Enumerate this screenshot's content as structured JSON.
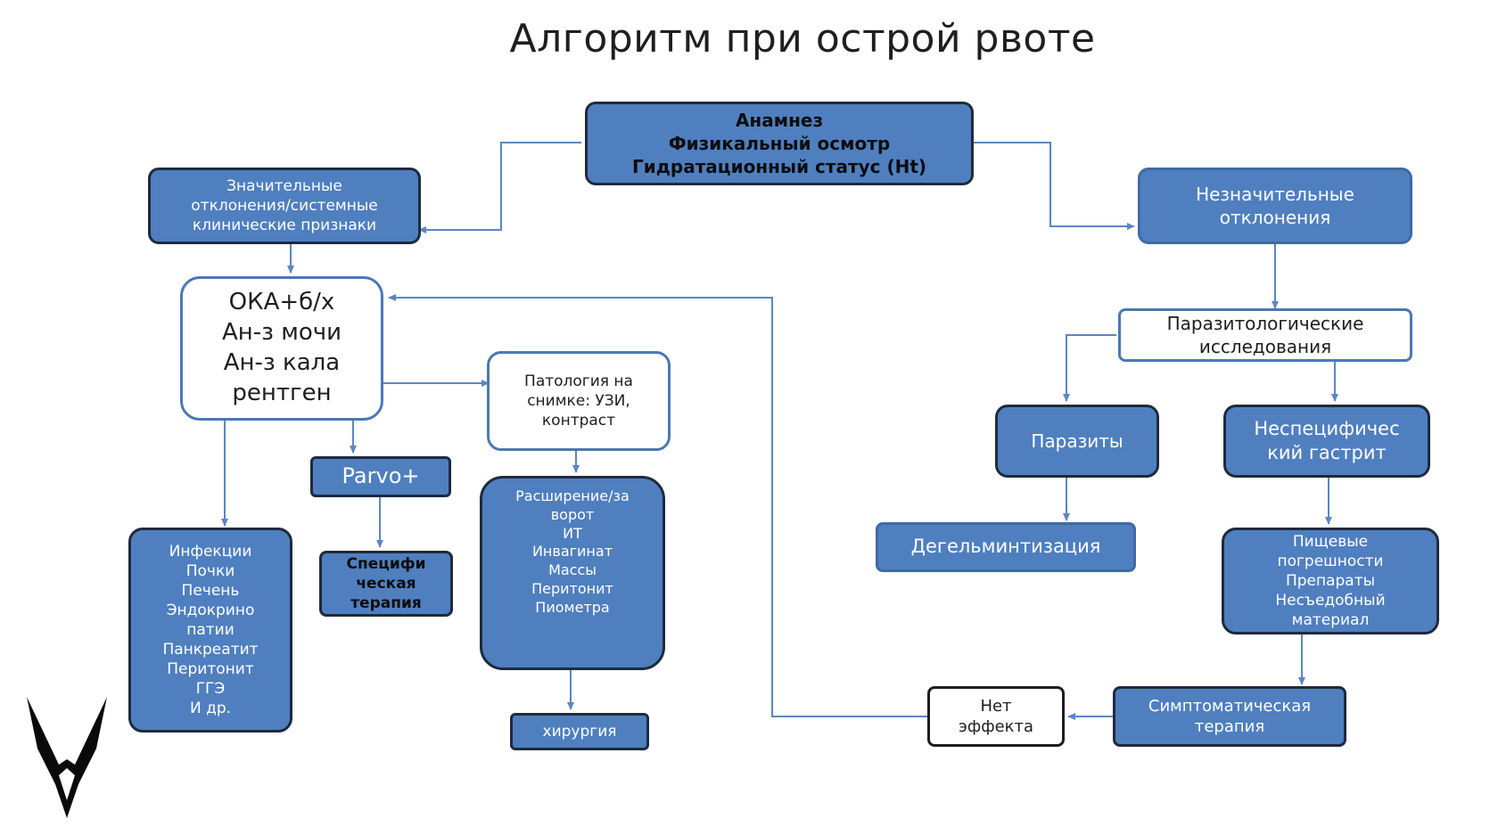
{
  "title": "Алгоритм при острой рвоте",
  "nodes": {
    "anamnesis": "Анамнез\nФизикальный осмотр\nГидратационный статус (Ht)",
    "significant": "Значительные\nотклонения/системные\nклинические признаки",
    "minor": "Незначительные\nотклонения",
    "tests": "ОКА+б/х\nАн-з мочи\nАн-з кала\nрентген",
    "pathology": "Патология на\nснимке: УЗИ,\nконтраст",
    "parvo": "Parvo+",
    "specific_therapy": "Специфи\nческая\nтерапия",
    "infections": "Инфекции\nПочки\nПечень\nЭндокрино\nпатии\nПанкреатит\nПеритонит\nГГЭ\nИ др.",
    "expansion": "Расширение/за\nворот\nИТ\nИнвагинат\nМассы\nПеритонит\nПиометра",
    "surgery": "хирургия",
    "parasitology": "Паразитологические\nисследования",
    "parasites": "Паразиты",
    "gastritis": "Неспецифичес\nкий гастрит",
    "deworming": "Дегельминтизация",
    "dietary": "Пищевые\nпогрешности\nПрепараты\nНесъедобный\nматериал",
    "symptomatic": "Симптоматическая\nтерапия",
    "no_effect": "Нет\nэффекта"
  },
  "colors": {
    "box_fill": "#4f7fbf",
    "box_border": "#3e6aa6",
    "dark_border": "#1e2a3c",
    "connector": "#5b86c2"
  }
}
